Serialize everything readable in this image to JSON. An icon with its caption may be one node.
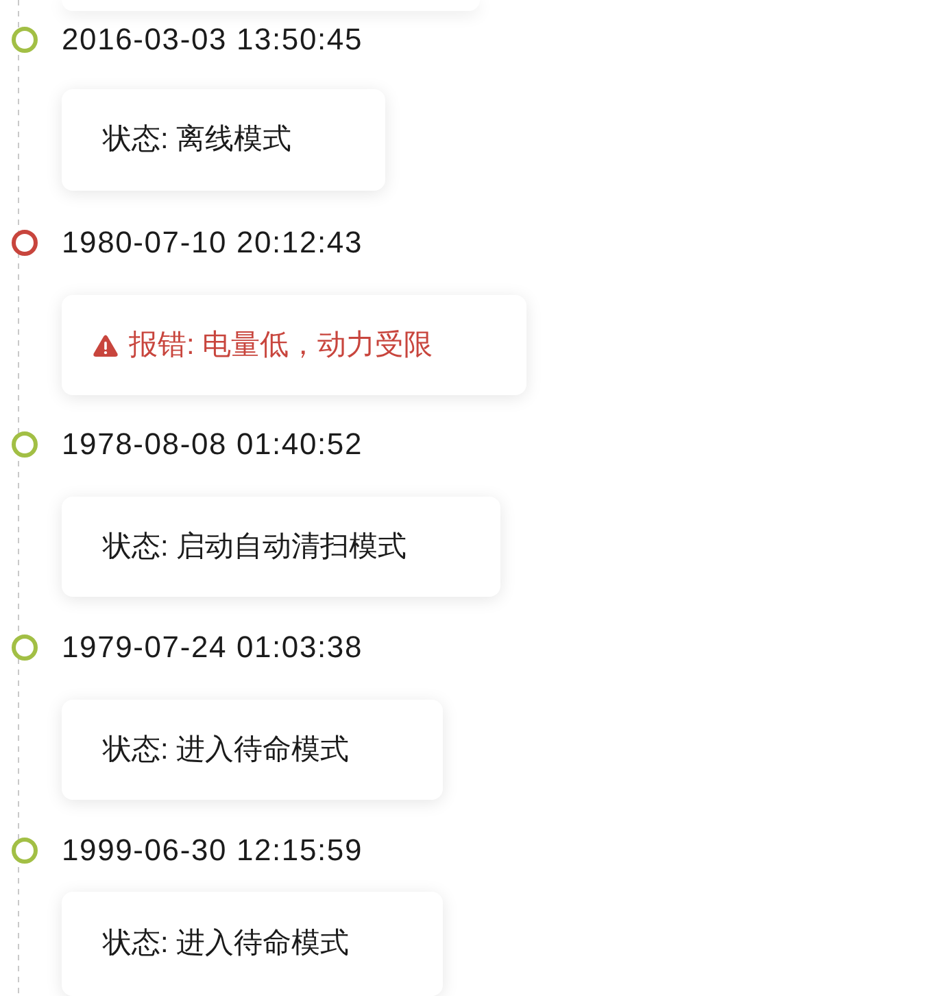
{
  "diagram": {
    "nodes": [
      {
        "text": [],
        "shape": "box"
      },
      {
        "text": [
          "状态: 离线模式"
        ]
      },
      {
        "text": [
          "报错: 电量低，动力受限"
        ]
      },
      {
        "text": [
          "状态: 启动自动清扫模式"
        ]
      },
      {
        "text": [
          "状态: 进入待命模式"
        ]
      },
      {
        "text": [
          "状态: 进入待命模式"
        ]
      }
    ],
    "labels": [
      "2016-03-03 13:50:45",
      "1980-07-10 20:12:43",
      "1978-08-08 01:40:52",
      "1979-07-24 01:03:38",
      "1999-06-30 12:15:59"
    ]
  }
}
